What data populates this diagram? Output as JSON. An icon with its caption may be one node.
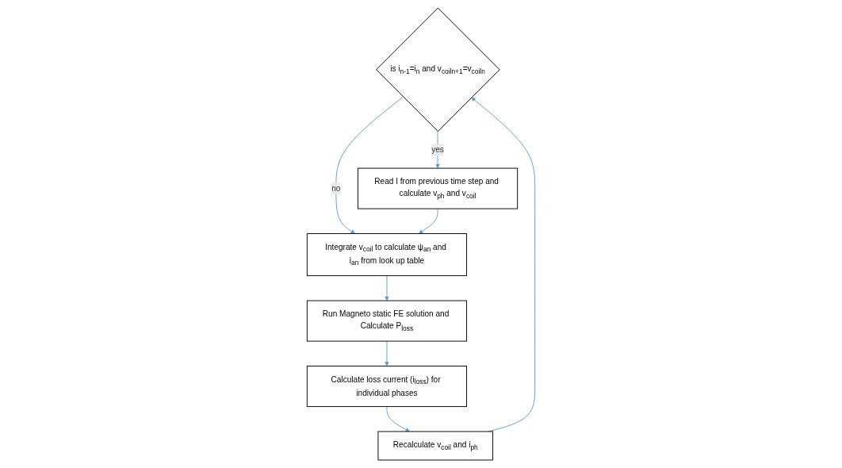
{
  "diagram": {
    "nodes": [
      {
        "text": [
          "is i$_{n-1}$=i$_{n}$ and v$_{coiln+1}$=v$_{coiln}$"
        ]
      },
      {
        "text": [
          "Read I from previous time step and calculate v$_{ph}$ and v$_{coil}$"
        ]
      },
      {
        "text": [
          "Integrate v$_{coil}$ to calculate ψ$_{an}$ and i$_{an}$ from look up table"
        ]
      },
      {
        "text": [
          "Run Magneto static FE solution and Calculate P$_{loss}$"
        ]
      },
      {
        "text": [
          "Calculate loss current (i$_{loss}$) for individual phases"
        ]
      },
      {
        "text": [
          "Recalculate v$_{coil}$ and i$_{ph}$"
        ]
      }
    ],
    "edges": [
      {
        "from": 0,
        "to": 1,
        "arrow": "to",
        "label": "yes"
      },
      {
        "from": 0,
        "to": 2,
        "arrow": "to",
        "label": "no"
      },
      {
        "from": 1,
        "to": 2,
        "arrow": "to"
      },
      {
        "from": 2,
        "to": 3,
        "arrow": "to"
      },
      {
        "from": 3,
        "to": 4,
        "arrow": "to"
      },
      {
        "from": 4,
        "to": 5,
        "arrow": "to"
      },
      {
        "from": 5,
        "to": 0,
        "arrow": "to"
      }
    ]
  }
}
